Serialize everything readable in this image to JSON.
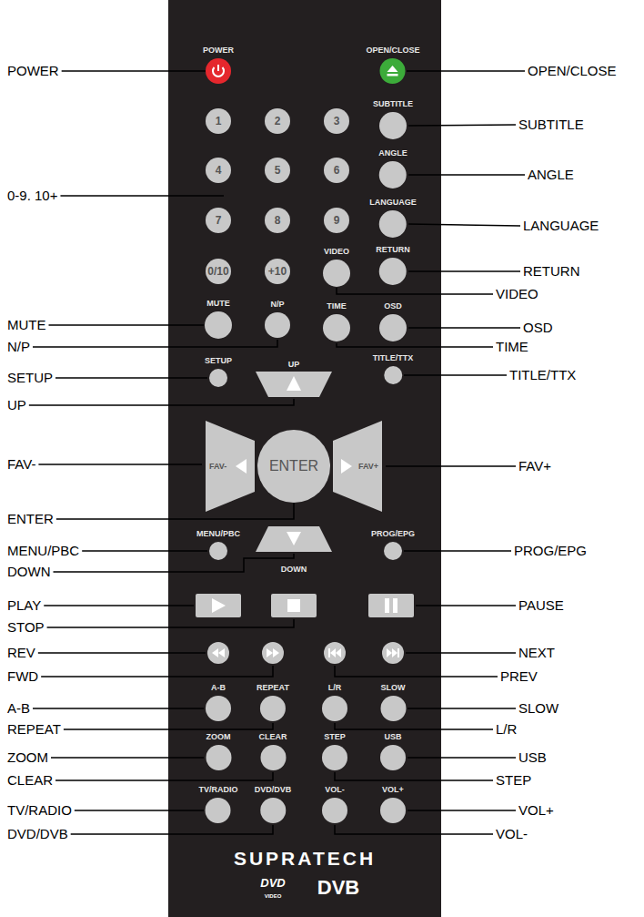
{
  "diagram": {
    "nodes": [
      {
        "text": [
          "SUPRATECH",
          "DVD",
          "VIDEO",
          "DVB"
        ]
      },
      {
        "text": [
          "POWER"
        ],
        "in": 0
      },
      {
        "text": [
          "OPEN/CLOSE"
        ],
        "in": 0
      },
      {
        "text": [
          "1"
        ],
        "in": 0
      },
      {
        "text": [
          "2"
        ],
        "in": 0
      },
      {
        "text": [
          "3"
        ],
        "in": 0
      },
      {
        "text": [
          "SUBTITLE"
        ],
        "in": 0
      },
      {
        "text": [
          "4"
        ],
        "in": 0
      },
      {
        "text": [
          "5"
        ],
        "in": 0
      },
      {
        "text": [
          "6"
        ],
        "in": 0
      },
      {
        "text": [
          "ANGLE"
        ],
        "in": 0
      },
      {
        "text": [
          "7"
        ],
        "in": 0
      },
      {
        "text": [
          "8"
        ],
        "in": 0
      },
      {
        "text": [
          "9"
        ],
        "in": 0
      },
      {
        "text": [
          "LANGUAGE"
        ],
        "in": 0
      },
      {
        "text": [
          "0/10"
        ],
        "in": 0
      },
      {
        "text": [
          "+10"
        ],
        "in": 0
      },
      {
        "text": [
          "VIDEO"
        ],
        "in": 0
      },
      {
        "text": [
          "RETURN"
        ],
        "in": 0
      },
      {
        "text": [
          "MUTE"
        ],
        "in": 0
      },
      {
        "text": [
          "N/P"
        ],
        "in": 0
      },
      {
        "text": [
          "TIME"
        ],
        "in": 0
      },
      {
        "text": [
          "OSD"
        ],
        "in": 0
      },
      {
        "text": [
          "SETUP"
        ],
        "in": 0
      },
      {
        "text": [
          "UP"
        ],
        "in": 0
      },
      {
        "text": [
          "TITLE/TTX"
        ],
        "in": 0
      },
      {
        "text": [
          "FAV-"
        ],
        "in": 0
      },
      {
        "text": [
          "ENTER"
        ],
        "in": 0
      },
      {
        "text": [
          "FAV+"
        ],
        "in": 0
      },
      {
        "text": [
          "MENU/PBC"
        ],
        "in": 0
      },
      {
        "text": [
          "DOWN"
        ],
        "in": 0
      },
      {
        "text": [
          "PROG/EPG"
        ],
        "in": 0
      },
      {
        "text": [
          "A-B"
        ],
        "in": 0
      },
      {
        "text": [
          "REPEAT"
        ],
        "in": 0
      },
      {
        "text": [
          "L/R"
        ],
        "in": 0
      },
      {
        "text": [
          "SLOW"
        ],
        "in": 0
      },
      {
        "text": [
          "ZOOM"
        ],
        "in": 0
      },
      {
        "text": [
          "CLEAR"
        ],
        "in": 0
      },
      {
        "text": [
          "STEP"
        ],
        "in": 0
      },
      {
        "text": [
          "USB"
        ],
        "in": 0
      },
      {
        "text": [
          "TV/RADIO"
        ],
        "in": 0
      },
      {
        "text": [
          "DVD/DVB"
        ],
        "in": 0
      },
      {
        "text": [
          "VOL-"
        ],
        "in": 0
      },
      {
        "text": [
          "VOL+"
        ],
        "in": 0
      }
    ],
    "labels": [
      "POWER",
      "OPEN/CLOSE",
      "SUBTITLE",
      "ANGLE",
      "0-9. 10+",
      "LANGUAGE",
      "RETURN",
      "VIDEO",
      "MUTE",
      "OSD",
      "N/P",
      "TIME",
      "SETUP",
      "TITLE/TTX",
      "UP",
      "FAV-",
      "FAV+",
      "ENTER",
      "MENU/PBC",
      "PROG/EPG",
      "DOWN",
      "PLAY",
      "PAUSE",
      "STOP",
      "REV",
      "NEXT",
      "FWD",
      "PREV",
      "A-B",
      "SLOW",
      "REPEAT",
      "L/R",
      "ZOOM",
      "USB",
      "CLEAR",
      "STEP",
      "TV/RADIO",
      "VOL+",
      "DVD/DVB",
      "VOL-"
    ]
  }
}
